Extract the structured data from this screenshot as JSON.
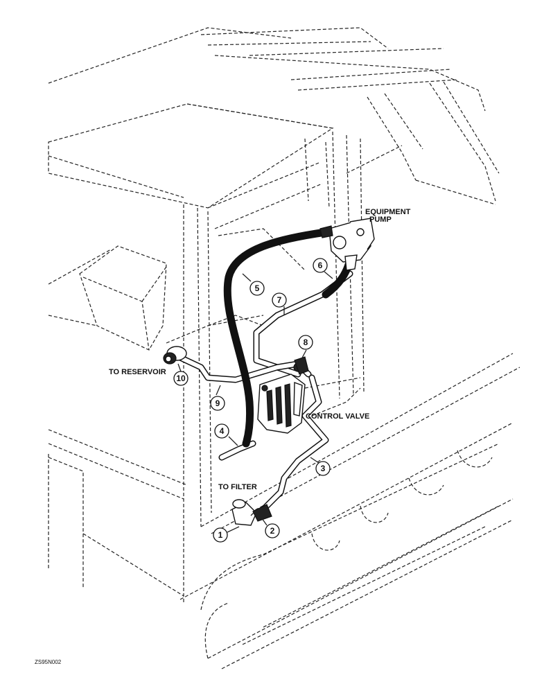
{
  "labels": {
    "equipment_pump_line1": "EQUIPMENT",
    "equipment_pump_line2": "PUMP",
    "to_reservoir": "TO RESERVOIR",
    "control_valve": "CONTROL VALVE",
    "to_filter": "TO FILTER",
    "figure_code": "ZS95N002"
  },
  "callouts": [
    "1",
    "2",
    "3",
    "4",
    "5",
    "6",
    "7",
    "8",
    "9",
    "10"
  ],
  "colors": {
    "line": "#111111",
    "background": "#ffffff"
  }
}
